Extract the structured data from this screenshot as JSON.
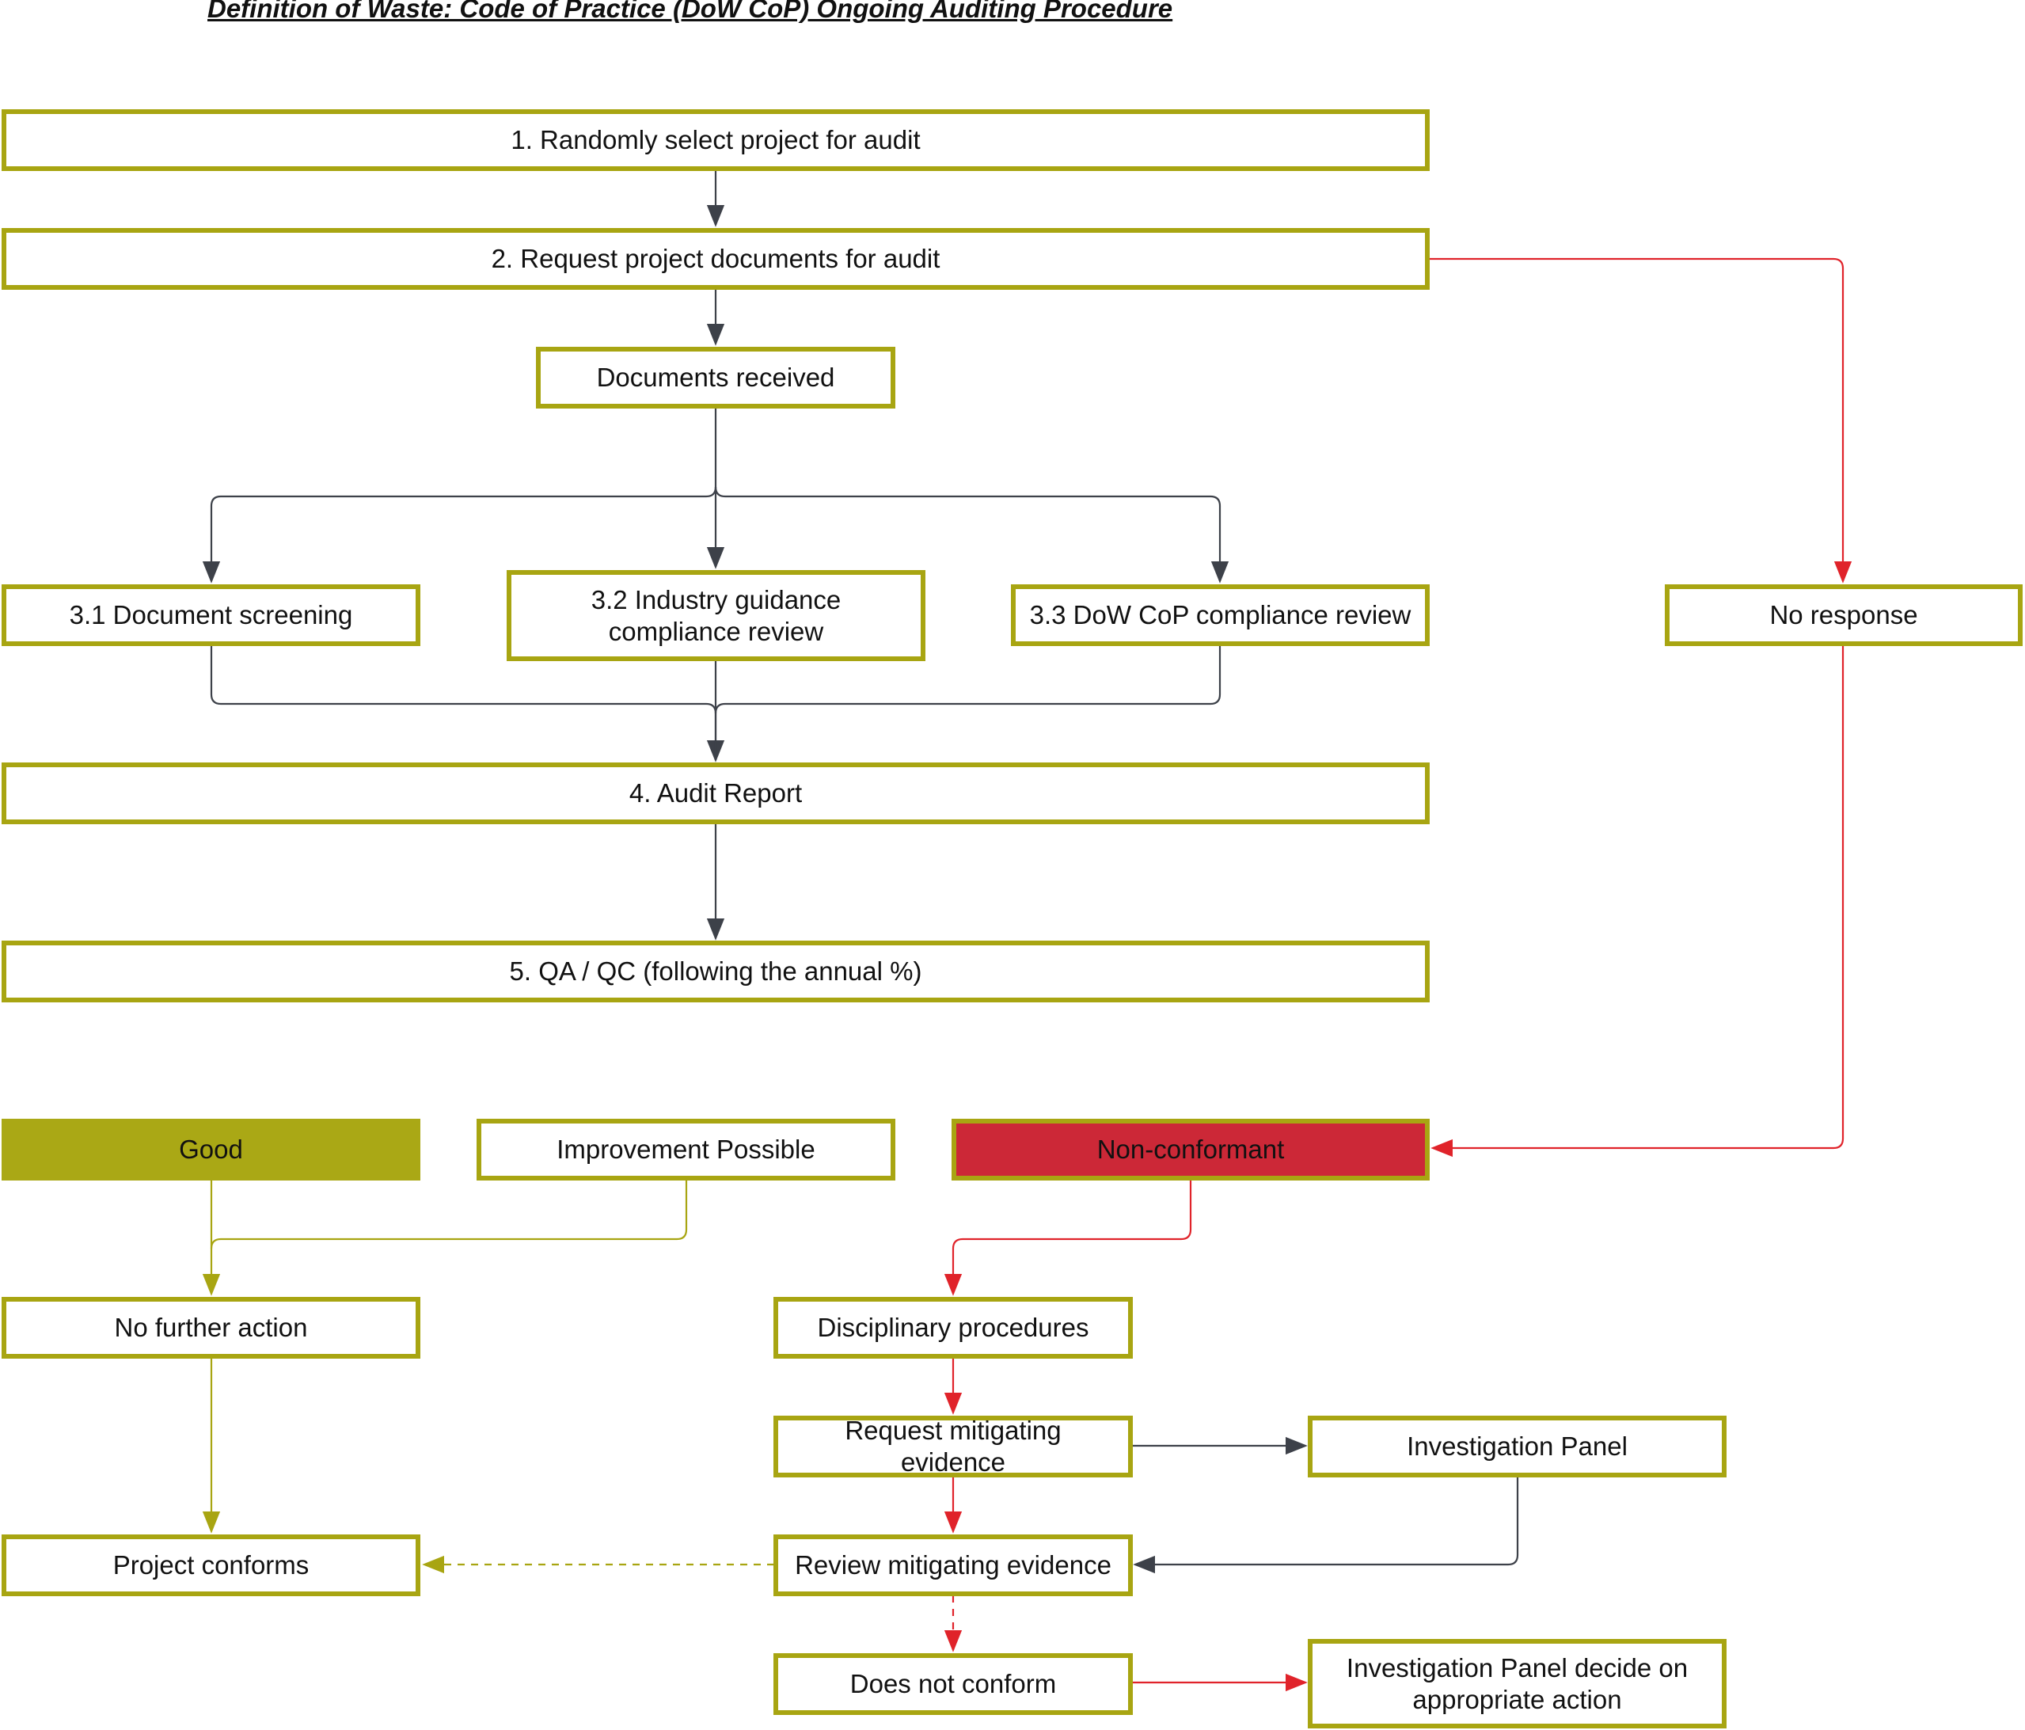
{
  "title": "Definition of Waste: Code of Practice (DoW CoP) Ongoing Auditing Procedure",
  "colors": {
    "box_border": "#a8a512",
    "good_fill": "#aaa815",
    "nonconformant_fill": "#cc2837",
    "arrow_dark": "#3d4149",
    "arrow_red": "#e0232a",
    "arrow_olive": "#a8a512"
  },
  "nodes": {
    "step1": "1.   Randomly select project for audit",
    "step2": "2.   Request project documents for audit",
    "documents_received": "Documents received",
    "step3_1": "3.1 Document screening",
    "step3_2": "3.2 Industry guidance compliance review",
    "step3_3": "3.3 DoW CoP compliance review",
    "no_response": "No response",
    "step4": "4. Audit Report",
    "step5": "5. QA / QC (following the annual %)",
    "good": "Good",
    "improvement_possible": "Improvement Possible",
    "non_conformant": "Non-conformant",
    "no_further_action": "No further action",
    "disciplinary_procedures": "Disciplinary procedures",
    "request_mitigating_evidence": "Request mitigating evidence",
    "investigation_panel": "Investigation Panel",
    "project_conforms": "Project conforms",
    "review_mitigating_evidence": "Review mitigating evidence",
    "does_not_conform": "Does not conform",
    "panel_decide": "Investigation Panel decide on appropriate action"
  },
  "edges": [
    {
      "from": "step1",
      "to": "step2",
      "style": "solid-dark"
    },
    {
      "from": "step2",
      "to": "documents_received",
      "style": "solid-dark"
    },
    {
      "from": "step2",
      "to": "no_response",
      "style": "solid-red"
    },
    {
      "from": "documents_received",
      "to": "step3_1",
      "style": "solid-dark"
    },
    {
      "from": "documents_received",
      "to": "step3_2",
      "style": "solid-dark"
    },
    {
      "from": "documents_received",
      "to": "step3_3",
      "style": "solid-dark"
    },
    {
      "from": "step3_1",
      "to": "step4",
      "style": "solid-dark"
    },
    {
      "from": "step3_2",
      "to": "step4",
      "style": "solid-dark"
    },
    {
      "from": "step3_3",
      "to": "step4",
      "style": "solid-dark"
    },
    {
      "from": "step4",
      "to": "step5",
      "style": "solid-dark"
    },
    {
      "from": "no_response",
      "to": "non_conformant",
      "style": "solid-red"
    },
    {
      "from": "good",
      "to": "no_further_action",
      "style": "solid-olive"
    },
    {
      "from": "improvement_possible",
      "to": "no_further_action",
      "style": "solid-olive"
    },
    {
      "from": "no_further_action",
      "to": "project_conforms",
      "style": "solid-olive"
    },
    {
      "from": "non_conformant",
      "to": "disciplinary_procedures",
      "style": "solid-red"
    },
    {
      "from": "disciplinary_procedures",
      "to": "request_mitigating_evidence",
      "style": "solid-red"
    },
    {
      "from": "request_mitigating_evidence",
      "to": "investigation_panel",
      "style": "solid-dark"
    },
    {
      "from": "request_mitigating_evidence",
      "to": "review_mitigating_evidence",
      "style": "solid-red"
    },
    {
      "from": "investigation_panel",
      "to": "review_mitigating_evidence",
      "style": "solid-dark"
    },
    {
      "from": "review_mitigating_evidence",
      "to": "project_conforms",
      "style": "dashed-olive"
    },
    {
      "from": "review_mitigating_evidence",
      "to": "does_not_conform",
      "style": "dashed-red"
    },
    {
      "from": "does_not_conform",
      "to": "panel_decide",
      "style": "solid-red"
    }
  ]
}
